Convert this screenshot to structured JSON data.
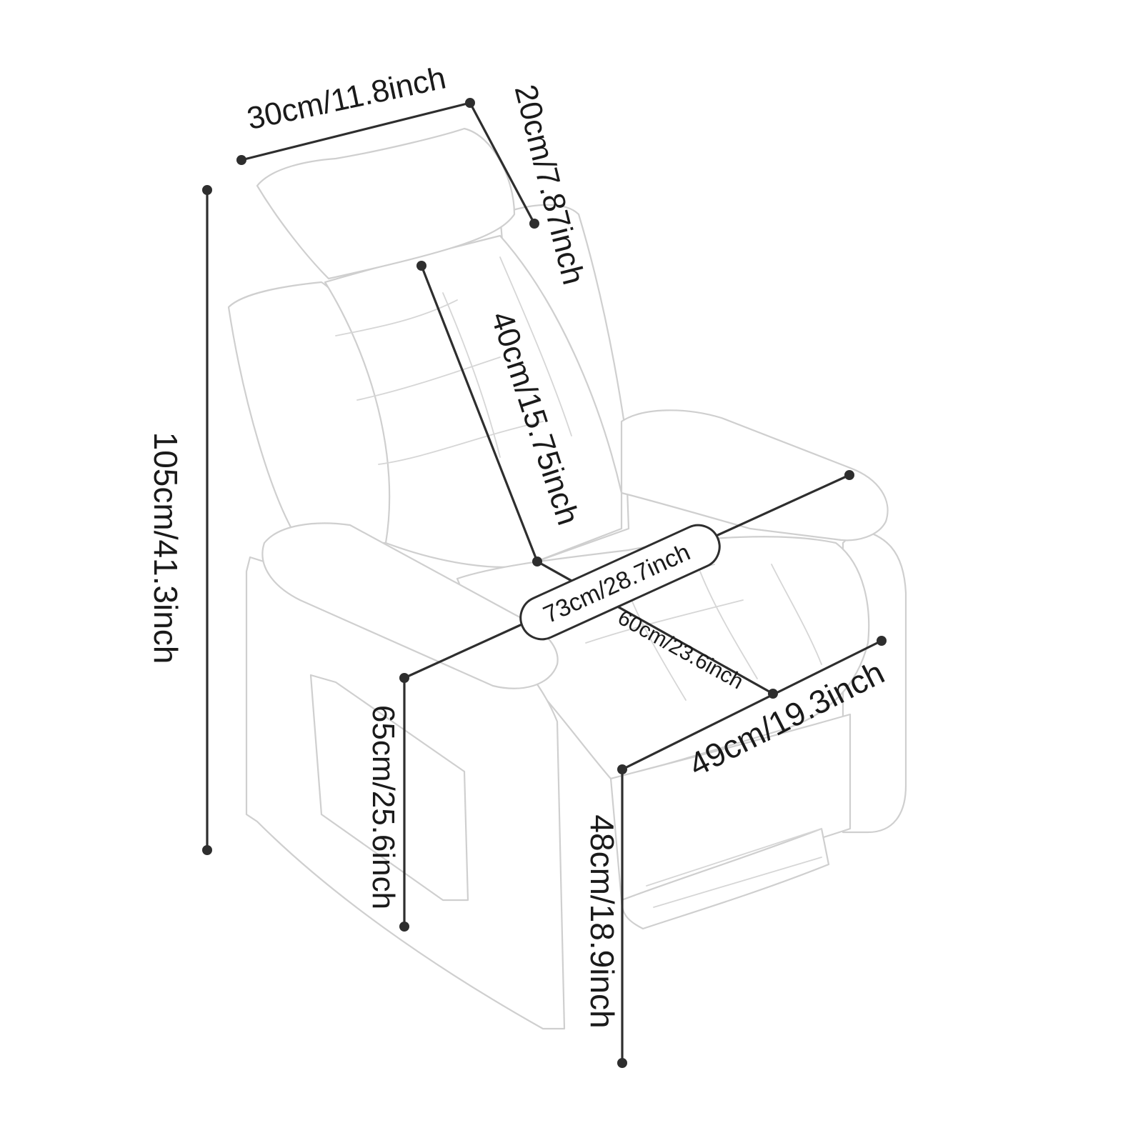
{
  "diagram": {
    "measurements": {
      "headrest_width": "30cm/11.8inch",
      "headrest_depth": "20cm/7.87inch",
      "backrest_height": "40cm/15.75inch",
      "overall_height": "105cm/41.3inch",
      "overall_width": "73cm/28.7inch",
      "seat_depth": "60cm/23.6inch",
      "seat_width": "49cm/19.3inch",
      "arm_height": "65cm/25.6inch",
      "seat_height": "48cm/18.9inch"
    },
    "colors": {
      "line": "#2e2e2e",
      "chair_outline": "#cfcfcf",
      "background": "#ffffff"
    }
  }
}
